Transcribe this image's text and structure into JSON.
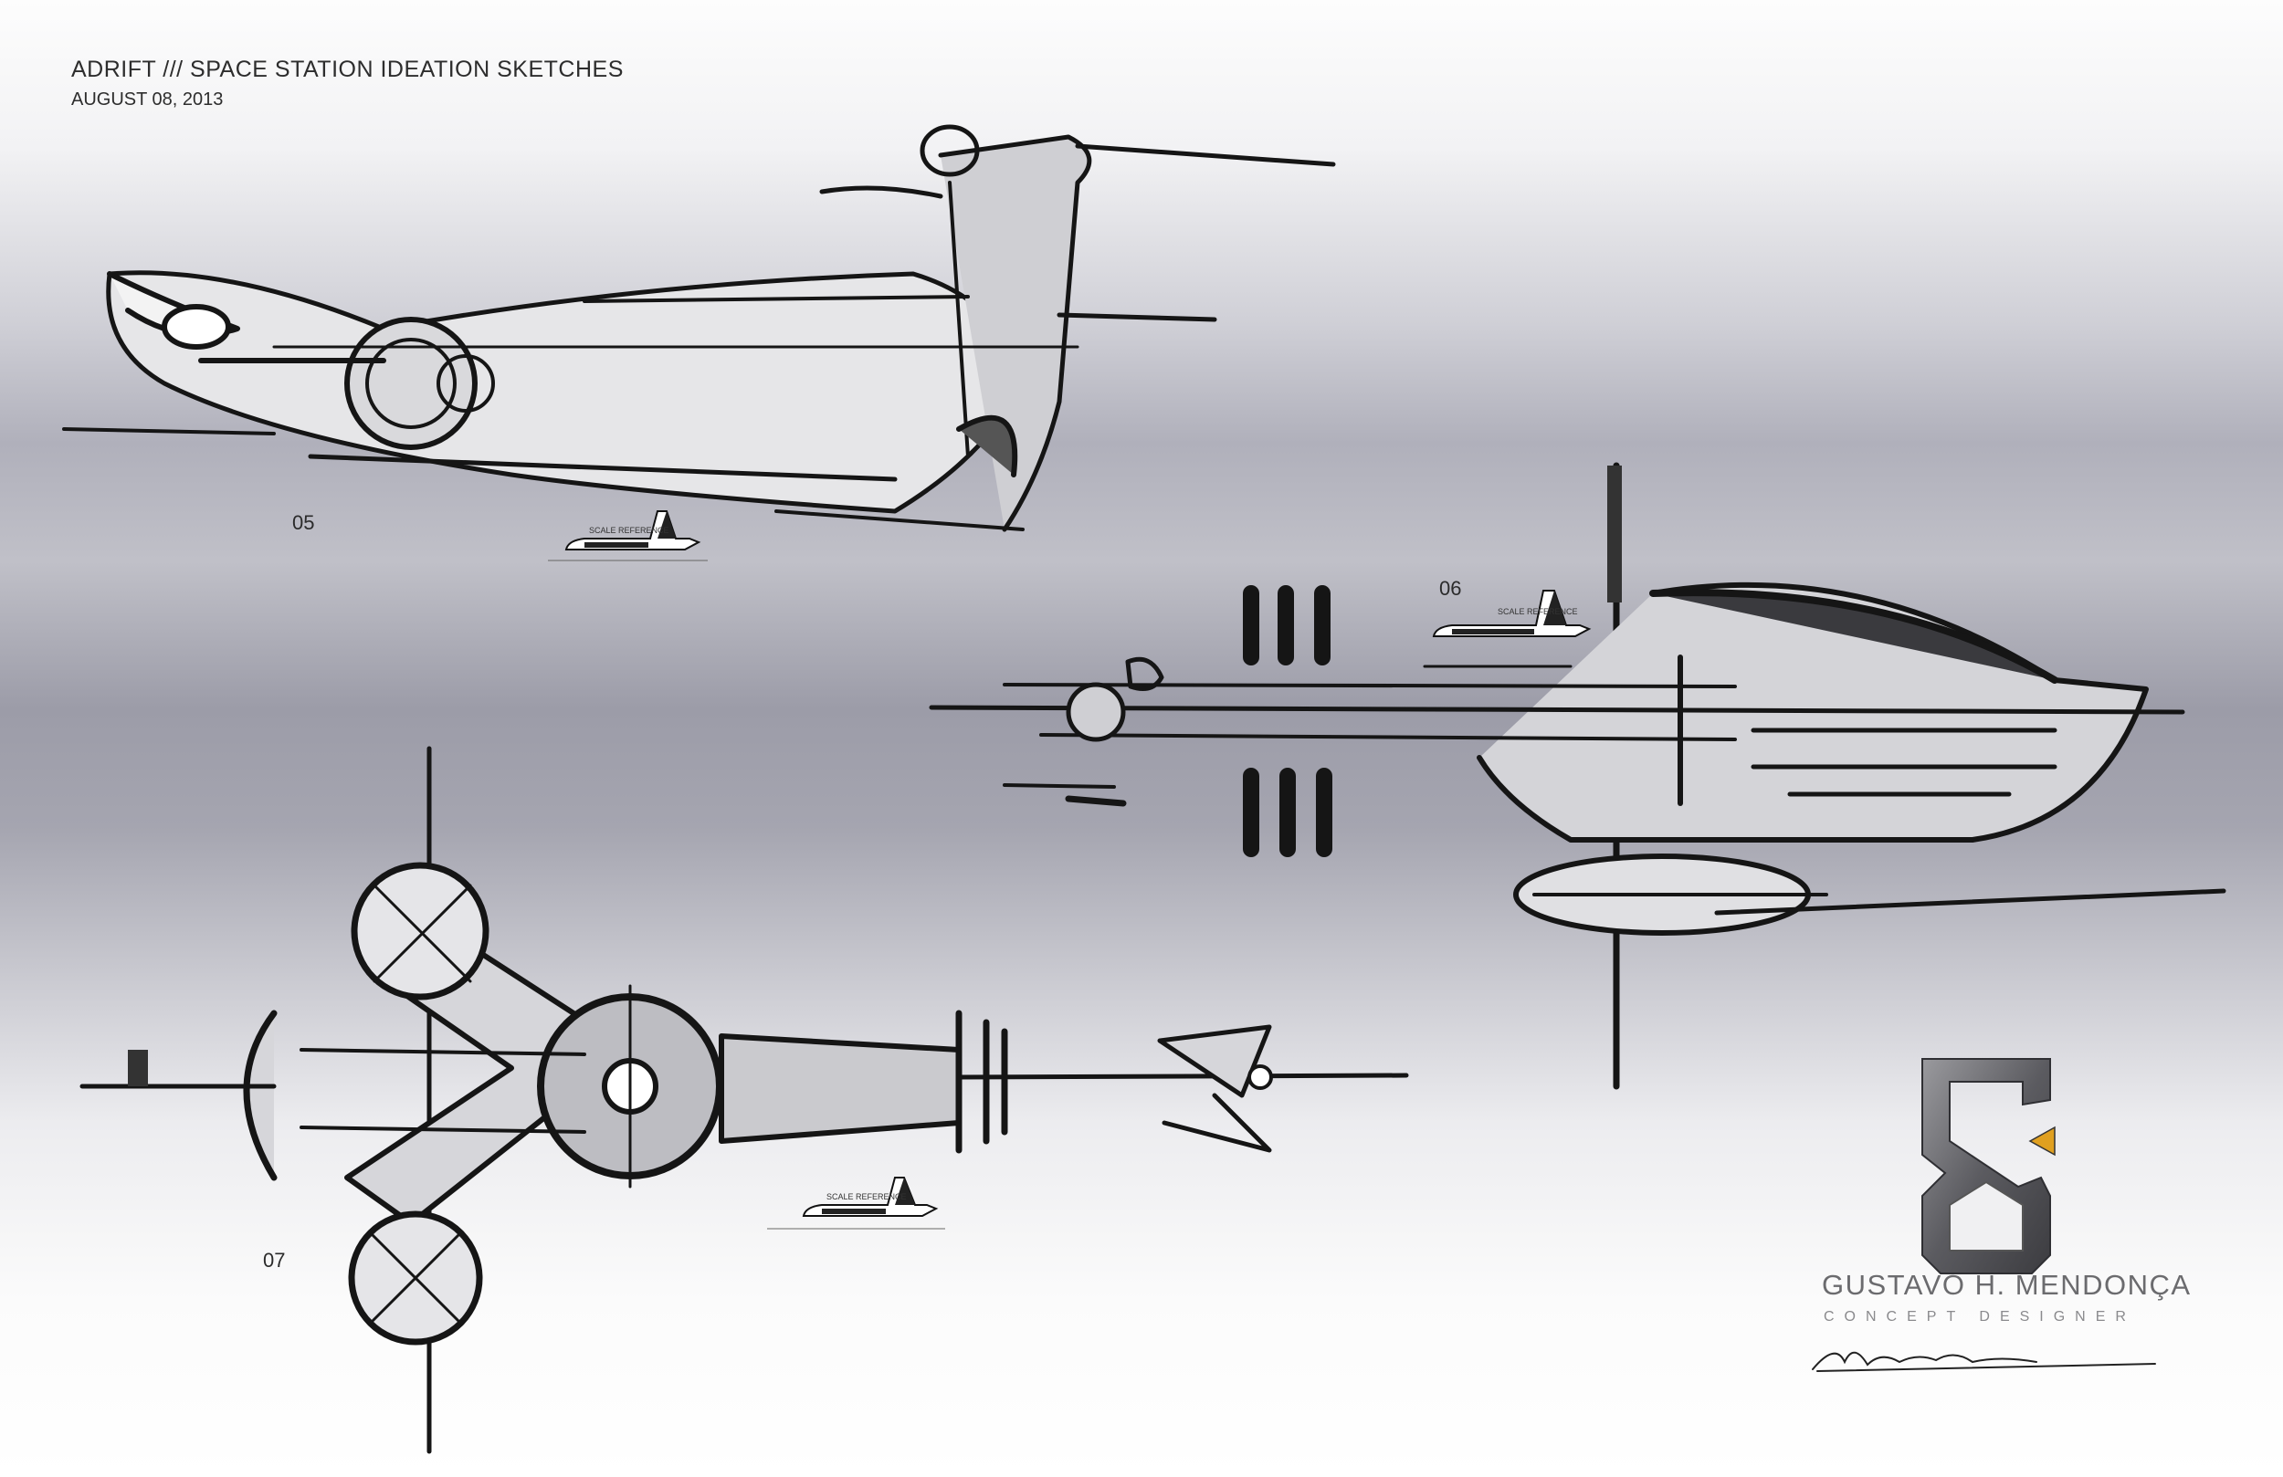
{
  "header": {
    "title": "ADRIFT /// SPACE STATION IDEATION SKETCHES",
    "date": "AUGUST 08, 2013"
  },
  "sketches": [
    {
      "label": "05",
      "scale_reference": "SCALE REFERENCE"
    },
    {
      "label": "06",
      "scale_reference": "SCALE REFERENCE"
    },
    {
      "label": "07",
      "scale_reference": "SCALE REFERENCE"
    }
  ],
  "signature": {
    "name": "GUSTAVO H. MENDONÇA",
    "role": "CONCEPT DESIGNER"
  },
  "colors": {
    "ink": "#1a1a1a",
    "accent": "#e0a020",
    "logo_metal": "#6c6c70"
  },
  "icons": [
    "designer-logo-icon",
    "signature-icon",
    "shuttle-icon"
  ]
}
